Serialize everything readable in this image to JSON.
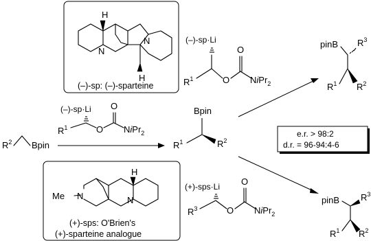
{
  "top_box": {
    "h_top": "H",
    "h_bottom": "H",
    "n_left": "N",
    "n_right": "N",
    "caption": "(–)-sp: (–)-sparteine"
  },
  "bottom_box": {
    "h_top": "H",
    "n_left": "N",
    "n_right": "N",
    "methyl": "Me",
    "caption_line1": "(+)-sps: O'Brien's",
    "caption_line2": "(+)-sparteine analogue"
  },
  "left_reagent": {
    "ligand": "(–)-sp",
    "li": "Li",
    "r": "R",
    "r_sup": "1",
    "o1": "O",
    "o2": "O",
    "n_group": "N",
    "ipr": "i",
    "pr": "Pr",
    "sub2": "2"
  },
  "starting_material": {
    "r": "R",
    "r_sup": "2",
    "bpin": "Bpin"
  },
  "intermediate": {
    "bpin": "Bpin",
    "r1": "R",
    "r1_sup": "1",
    "r2": "R",
    "r2_sup": "2"
  },
  "upper_reagent": {
    "ligand": "(–)-sp",
    "li": "Li",
    "r": "R",
    "r_sup": "1",
    "o1": "O",
    "o2": "O",
    "n_group": "N",
    "ipr": "i",
    "pr": "Pr",
    "sub2": "2"
  },
  "lower_reagent": {
    "ligand": "(+)-sps",
    "li": "Li",
    "r": "R",
    "r_sup": "3",
    "o1": "O",
    "o2": "O",
    "n_group": "N",
    "ipr": "i",
    "pr": "Pr",
    "sub2": "2"
  },
  "upper_product": {
    "pinb": "pinB",
    "r3": "R",
    "r3_sup": "3",
    "r1": "R",
    "r1_sup": "1",
    "r2": "R",
    "r2_sup": "2"
  },
  "lower_product": {
    "pinb": "pinB",
    "r3": "R",
    "r3_sup": "3",
    "r1": "R",
    "r1_sup": "1",
    "r2": "R",
    "r2_sup": "2"
  },
  "selectivity": {
    "er": "e.r. > 98:2",
    "dr": "d.r. = 96-94:4-6"
  }
}
